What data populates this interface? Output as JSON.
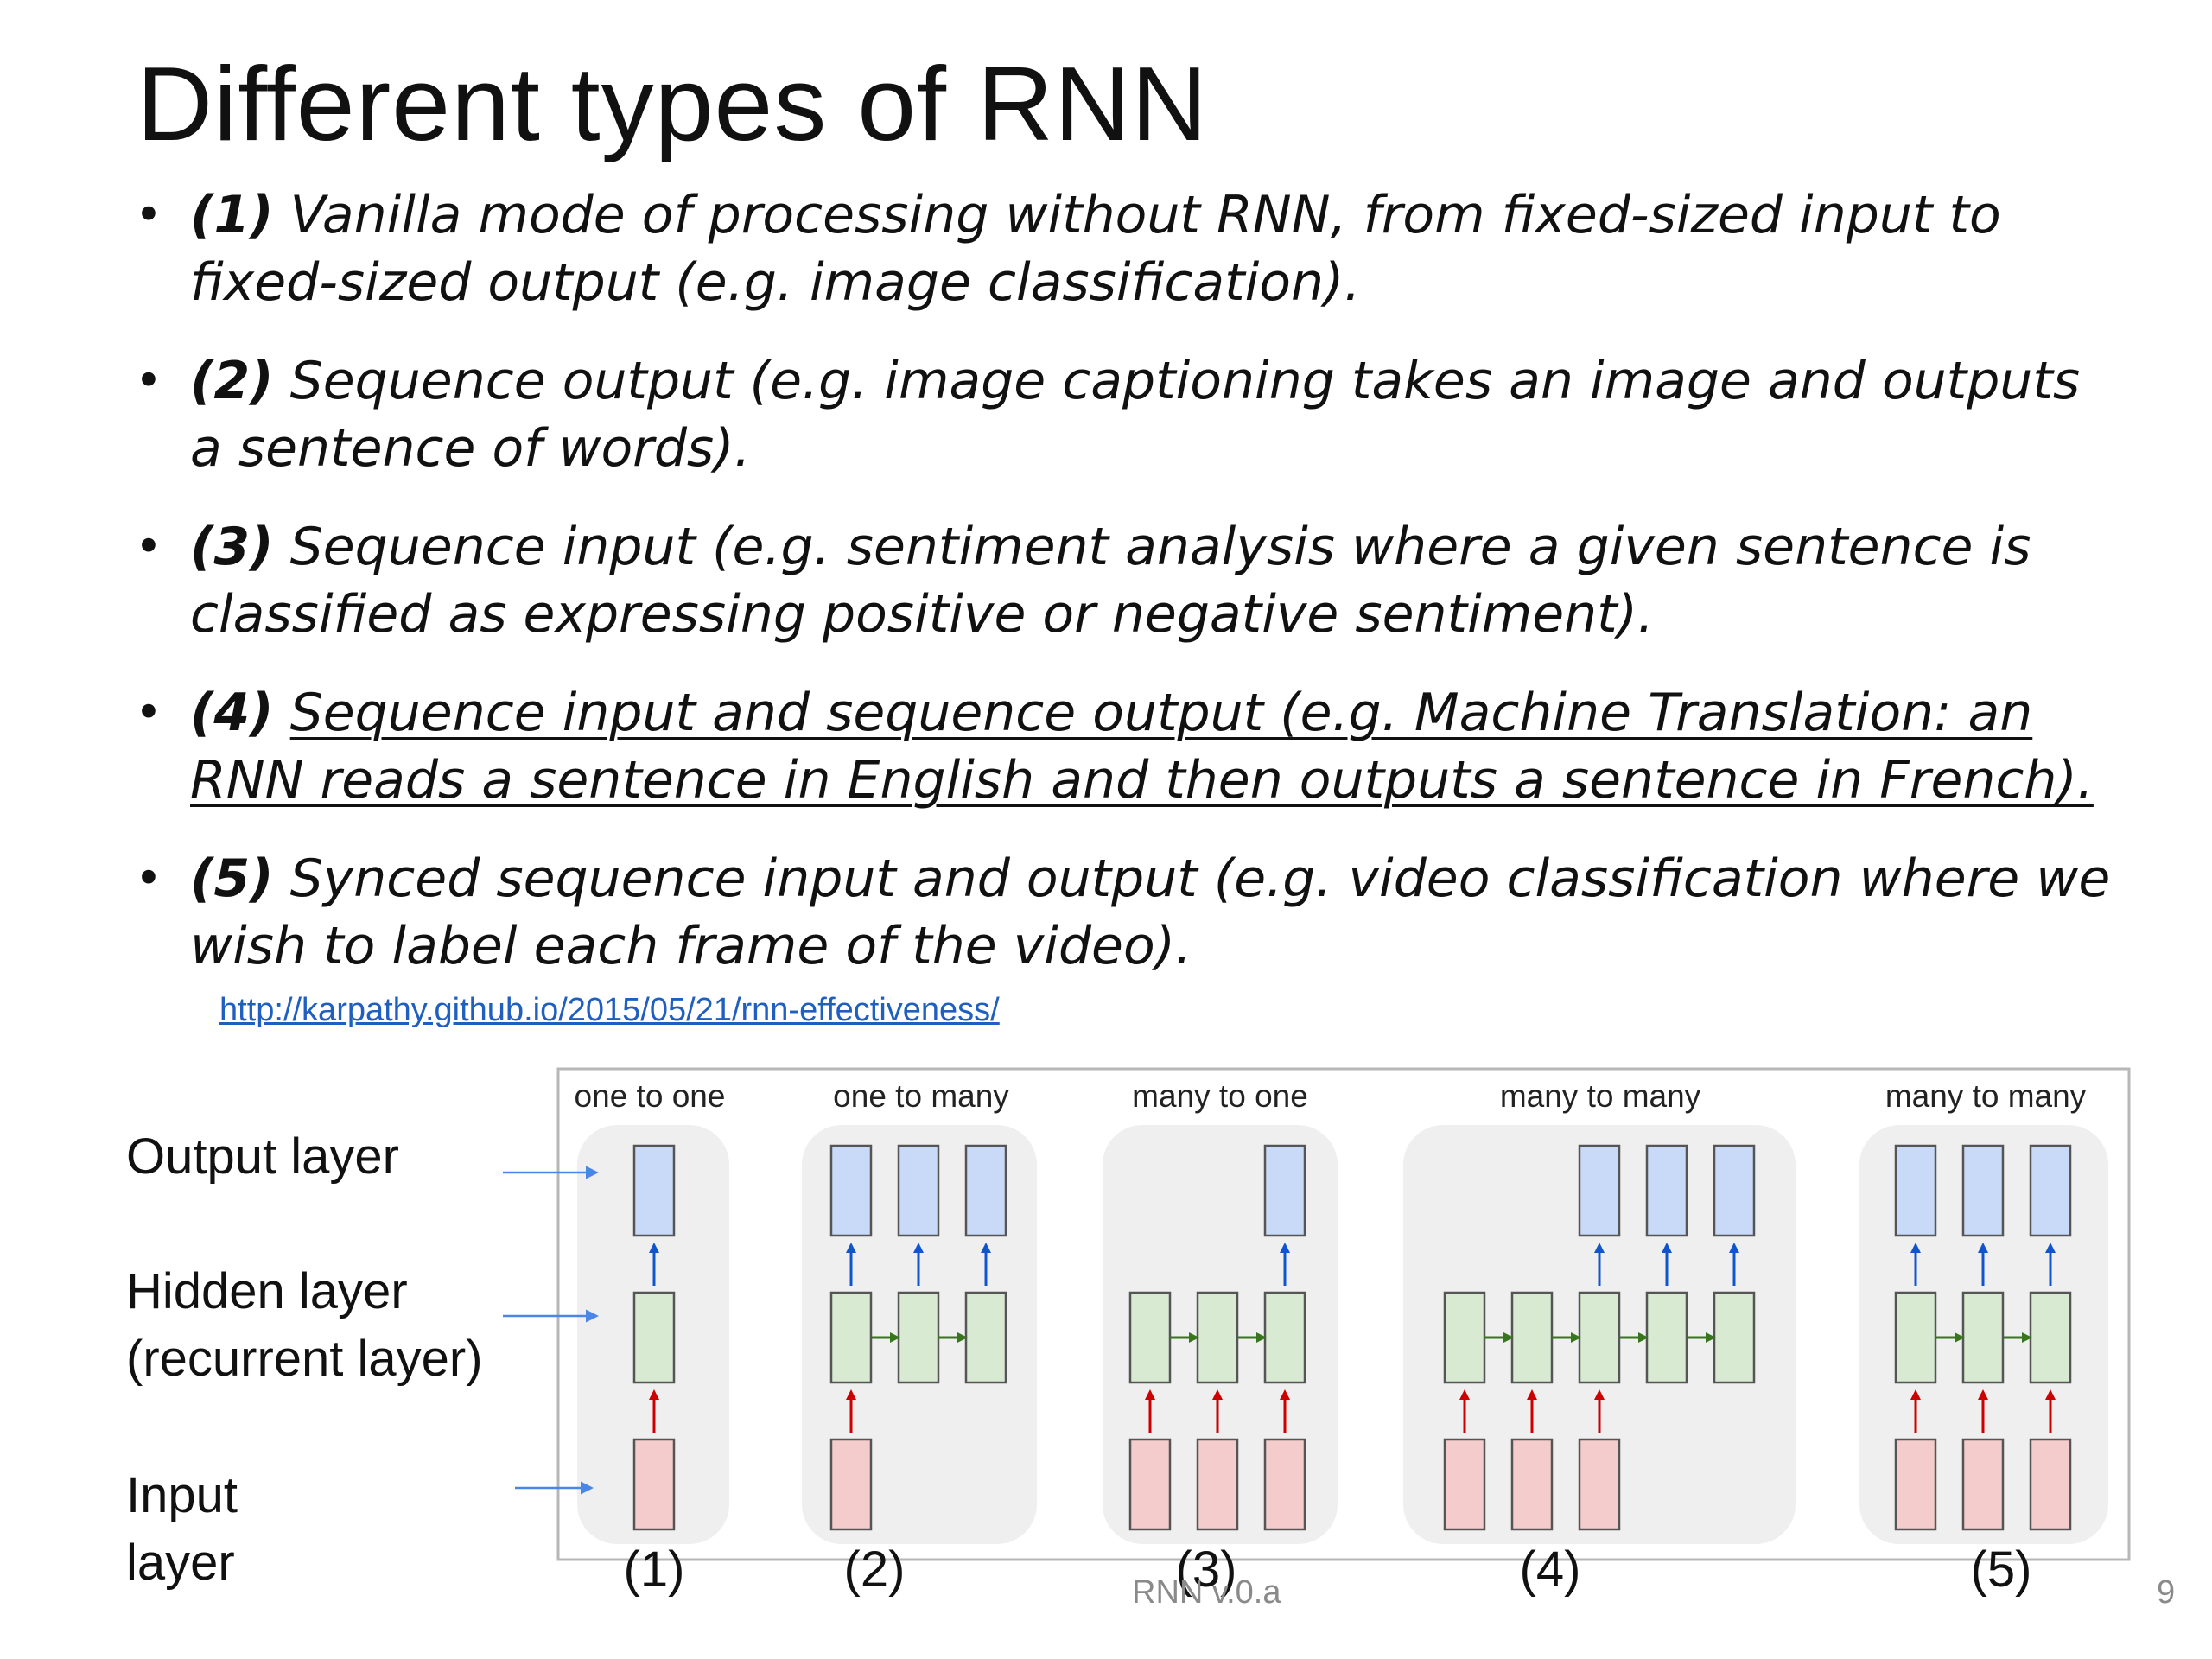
{
  "slide": {
    "title": "Different types of RNN",
    "bullets": [
      {
        "num": "(1)",
        "text": " Vanilla mode of processing without RNN, from fixed-sized input to fixed-sized output (e.g. image classification).",
        "underlined": false
      },
      {
        "num": "(2)",
        "text": " Sequence output (e.g. image captioning takes an image and outputs a sentence of words).",
        "underlined": false
      },
      {
        "num": "(3)",
        "text": " Sequence input (e.g. sentiment analysis where a given sentence is classified as expressing positive or negative sentiment).",
        "underlined": false
      },
      {
        "num": "(4)",
        "text": "Sequence input and sequence output (e.g. Machine Translation: an RNN reads a sentence in English and then outputs a sentence in French).",
        "underlined": true
      },
      {
        "num": "(5)",
        "text": " Synced sequence input and output (e.g. video classification where we wish to label each frame of the video).",
        "underlined": false
      }
    ],
    "link": "http://karpathy.github.io/2015/05/21/rnn-effectiveness/",
    "footer": "RNN v.0.a",
    "page_number": "9"
  },
  "layer_labels": {
    "output": "Output layer",
    "hidden_line1": "Hidden layer",
    "hidden_line2": "(recurrent layer)",
    "input_line1": "Input",
    "input_line2": "layer"
  },
  "diagram": {
    "panels": [
      {
        "caption": "one to one",
        "index": "(1)",
        "inputs": [
          0
        ],
        "hidden": [
          0
        ],
        "outputs": [
          0
        ]
      },
      {
        "caption": "one to many",
        "index": "(2)",
        "inputs": [
          0
        ],
        "hidden": [
          0,
          1,
          2
        ],
        "outputs": [
          0,
          1,
          2
        ]
      },
      {
        "caption": "many to one",
        "index": "(3)",
        "inputs": [
          0,
          1,
          2
        ],
        "hidden": [
          0,
          1,
          2
        ],
        "outputs": [
          2
        ]
      },
      {
        "caption": "many to many",
        "index": "(4)",
        "inputs": [
          0,
          1,
          2
        ],
        "hidden": [
          0,
          1,
          2,
          3,
          4
        ],
        "outputs": [
          2,
          3,
          4
        ]
      },
      {
        "caption": "many to many",
        "index": "(5)",
        "inputs": [
          0,
          1,
          2
        ],
        "hidden": [
          0,
          1,
          2
        ],
        "outputs": [
          0,
          1,
          2
        ]
      }
    ],
    "colors": {
      "input_fill": "#f4cccc",
      "hidden_fill": "#d9ead3",
      "output_fill": "#c9daf8",
      "up_arrow_input": "#cc0000",
      "up_arrow_hidden": "#1155cc",
      "recurrent_arrow": "#38761d",
      "pointer_arrow": "#4a86e8",
      "panel_bg": "#efefef",
      "frame": "#b7b7b7"
    }
  }
}
